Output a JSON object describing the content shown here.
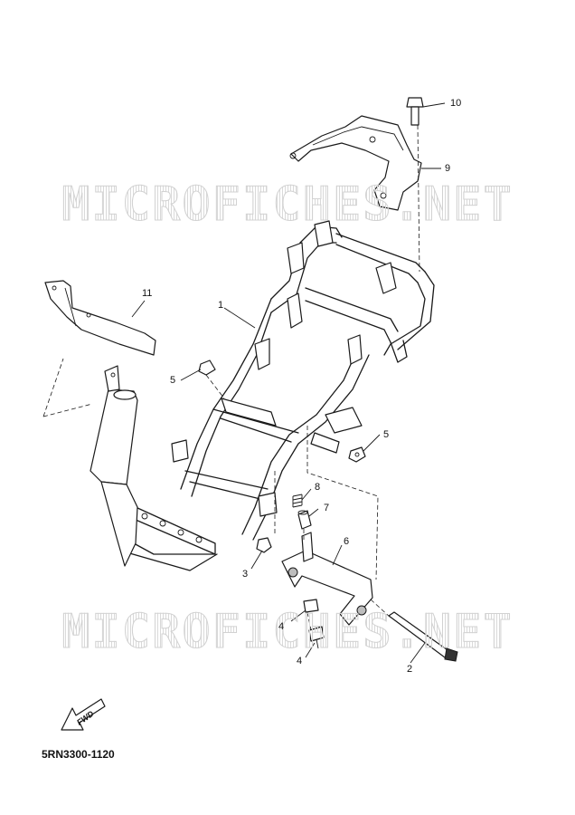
{
  "watermark": "MICROFICHES.NET",
  "part_code": "5RN3300-1120",
  "fwd_label": "FWD",
  "callouts": {
    "c1": "1",
    "c2": "2",
    "c3": "3",
    "c4a": "4",
    "c4b": "4",
    "c5a": "5",
    "c5b": "5",
    "c6": "6",
    "c7": "7",
    "c8": "8",
    "c9": "9",
    "c10": "10",
    "c11": "11"
  }
}
